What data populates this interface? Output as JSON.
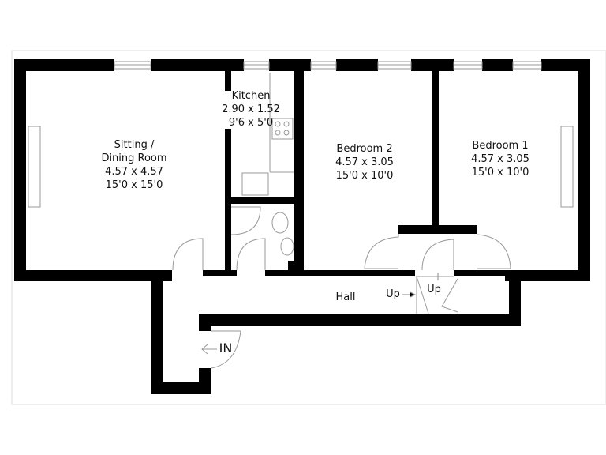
{
  "rooms": {
    "sitting": {
      "name": "Sitting /",
      "name2": "Dining Room",
      "metric": "4.57 x 4.57",
      "imperial": "15'0 x 15'0"
    },
    "kitchen": {
      "name": "Kitchen",
      "metric": "2.90 x 1.52",
      "imperial": "9'6 x 5'0"
    },
    "bedroom2": {
      "name": "Bedroom 2",
      "metric": "4.57 x 3.05",
      "imperial": "15'0 x 10'0"
    },
    "bedroom1": {
      "name": "Bedroom 1",
      "metric": "4.57 x 3.05",
      "imperial": "15'0 x 10'0"
    },
    "hall": {
      "name": "Hall"
    }
  },
  "stairs": {
    "up1": "Up",
    "up2": "Up"
  },
  "entrance": {
    "label": "IN"
  },
  "colors": {
    "wall": "#000000",
    "fixture": "#888888",
    "frame": "#cccccc"
  }
}
